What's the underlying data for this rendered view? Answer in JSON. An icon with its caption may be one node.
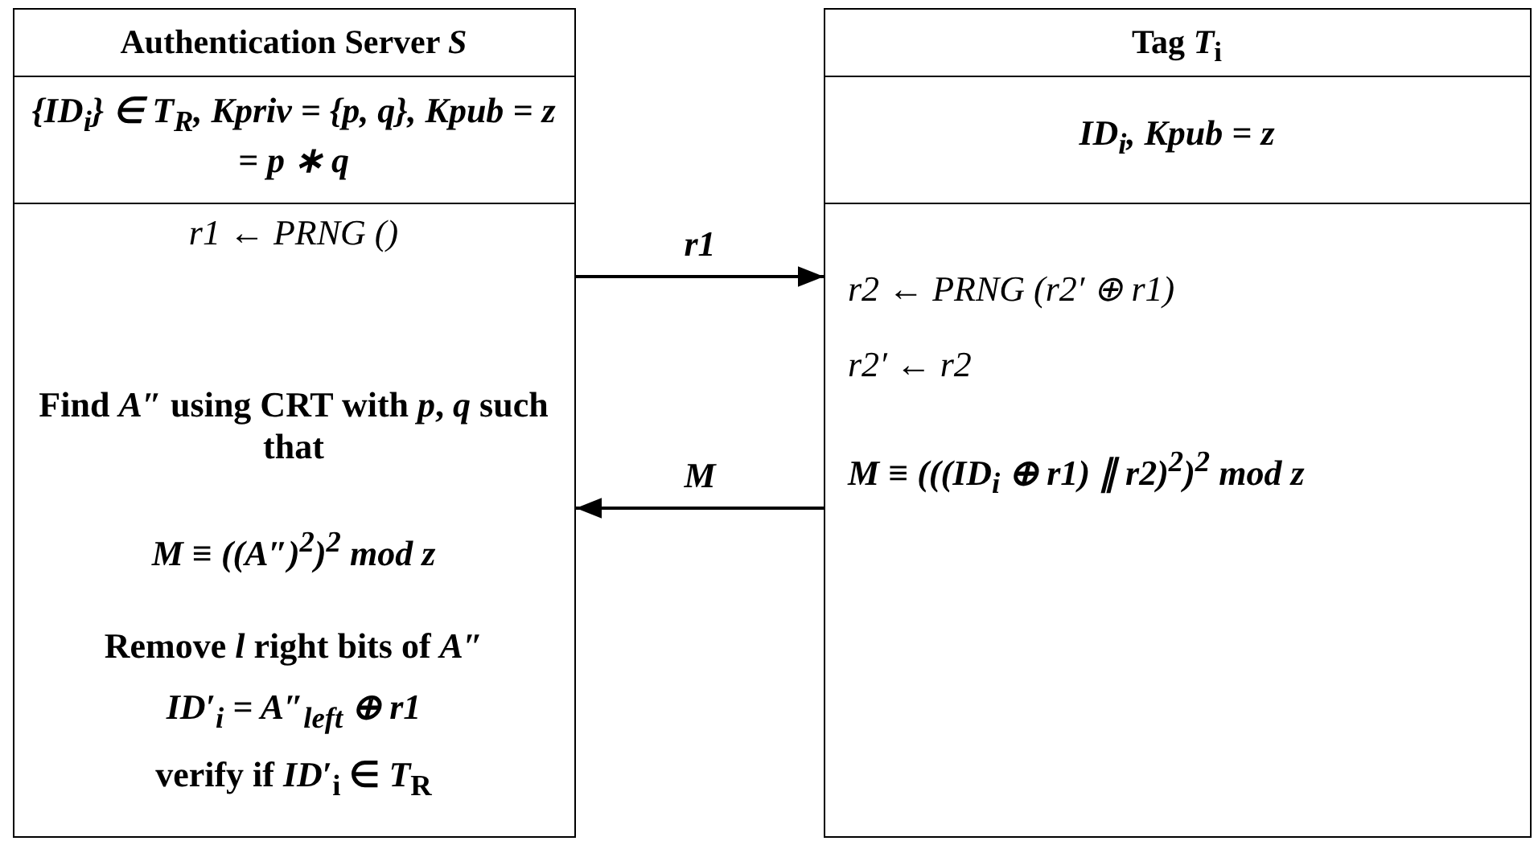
{
  "diagram": {
    "nodes": [
      {
        "text": [
          "Authentication Server *S*"
        ]
      },
      {
        "text": [
          "{*ID*$_{i}$} ∈ *T*$_{R}$,  *Kpriv* = {*p*, *q*}, *Kpub* = *z* = *p* ∗ *q*"
        ]
      },
      {
        "text": [
          "*r1* ← *PRNG ()*",
          "Find *A*″ using CRT with *p*, *q* such that",
          "*M* ≡ ((*A*″)$^{2}$)$^{2}$ *mod z*",
          "Remove *l* right bits of *A*″",
          "*ID*′$_{i}$ = *A*″$_{left}$ ⊕ *r1*",
          "verify if *ID*′$_{i}$ ∈ *T*$_{R}$"
        ]
      },
      {
        "text": [
          "Tag *T*$_{i}$"
        ]
      },
      {
        "text": [
          "*ID*$_{i}$,  *Kpub* = *z*"
        ]
      },
      {
        "text": [
          "*r2* ← *PRNG* (*r2*′ ⊕ *r1*)",
          "*r2*′ ← *r2*",
          "*M* ≡ (((*ID*$_{i}$ ⊕ *r1*) ∥ *r2*)$^{2}$)$^{2}$ *mod z*"
        ]
      }
    ],
    "edges": [
      {
        "from": 2,
        "to": 5,
        "arrow": "to",
        "label": "r1"
      },
      {
        "from": 5,
        "to": 2,
        "arrow": "to",
        "label": "M"
      }
    ]
  }
}
